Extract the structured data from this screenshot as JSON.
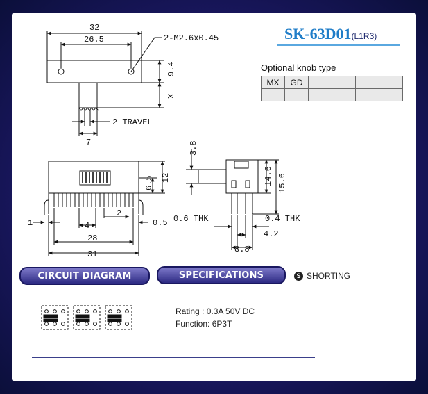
{
  "header": {
    "part_number": "SK-63D01",
    "variant": "(L1R3)"
  },
  "knob": {
    "label": "Optional knob type",
    "row1": [
      "MX",
      "GD",
      "",
      "",
      "",
      ""
    ],
    "row2": [
      "",
      "",
      "",
      "",
      "",
      ""
    ]
  },
  "top_view": {
    "dim_32": "32",
    "dim_26_5": "26.5",
    "dim_hole": "2-M2.6x0.45",
    "dim_9_4": "9.4",
    "dim_x": "X",
    "dim_travel": "2 TRAVEL",
    "dim_7": "7"
  },
  "front_view": {
    "dim_6_5": "6.5",
    "dim_12": "12",
    "dim_1": "1",
    "dim_4": "4",
    "dim_2": "2",
    "dim_0_5": "0.5",
    "dim_28": "28",
    "dim_31": "31"
  },
  "side_view": {
    "dim_3_8": "3.8",
    "dim_14_6": "14.6",
    "dim_15_6": "15.6",
    "dim_0_6_thk": "0.6 THK",
    "dim_0_4_thk": "0.4 THK",
    "dim_4_2": "4.2",
    "dim_8_8": "8.8"
  },
  "sections": {
    "circuit": "CIRCUIT DIAGRAM",
    "specifications": "SPECIFICATIONS",
    "shorting_icon": "S",
    "shorting": "SHORTING"
  },
  "specs": {
    "rating": "Rating : 0.3A  50V  DC",
    "function": "Function: 6P3T"
  },
  "colors": {
    "frame": "#1a1760",
    "title": "#1f7dc8",
    "pill": "#2d2a83"
  }
}
